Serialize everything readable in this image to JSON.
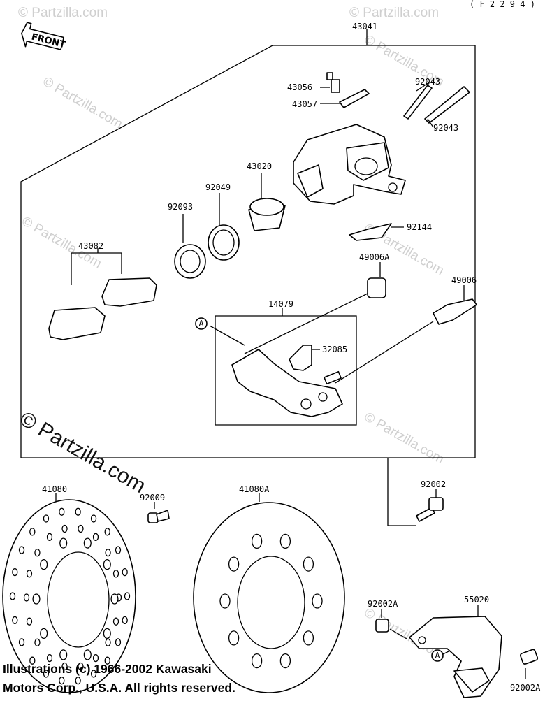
{
  "figure_code": "( F 2 2 9 4 )",
  "front_label": "FRONT",
  "callout_ref": "A",
  "watermark": {
    "small": "© Partzilla.com",
    "large": "© Partzilla.com"
  },
  "copyright": {
    "line1": "Illustrations (c) 1966-2002 Kawasaki",
    "line2": "Motors Corp., U.S.A.  All rights reserved."
  },
  "parts": [
    {
      "id": "p43041",
      "number": "43041"
    },
    {
      "id": "p43056",
      "number": "43056"
    },
    {
      "id": "p43057",
      "number": "43057"
    },
    {
      "id": "p92043a",
      "number": "92043"
    },
    {
      "id": "p92043b",
      "number": "92043"
    },
    {
      "id": "p43020",
      "number": "43020"
    },
    {
      "id": "p92049",
      "number": "92049"
    },
    {
      "id": "p92093",
      "number": "92093"
    },
    {
      "id": "p43082",
      "number": "43082"
    },
    {
      "id": "p92144",
      "number": "92144"
    },
    {
      "id": "p49006A",
      "number": "49006A"
    },
    {
      "id": "p49006",
      "number": "49006"
    },
    {
      "id": "p14079",
      "number": "14079"
    },
    {
      "id": "p32085",
      "number": "32085"
    },
    {
      "id": "p92002",
      "number": "92002"
    },
    {
      "id": "p41080",
      "number": "41080"
    },
    {
      "id": "p92009",
      "number": "92009"
    },
    {
      "id": "p41080A",
      "number": "41080A"
    },
    {
      "id": "p92002A1",
      "number": "92002A"
    },
    {
      "id": "p55020",
      "number": "55020"
    },
    {
      "id": "p92002A2",
      "number": "92002A"
    }
  ]
}
